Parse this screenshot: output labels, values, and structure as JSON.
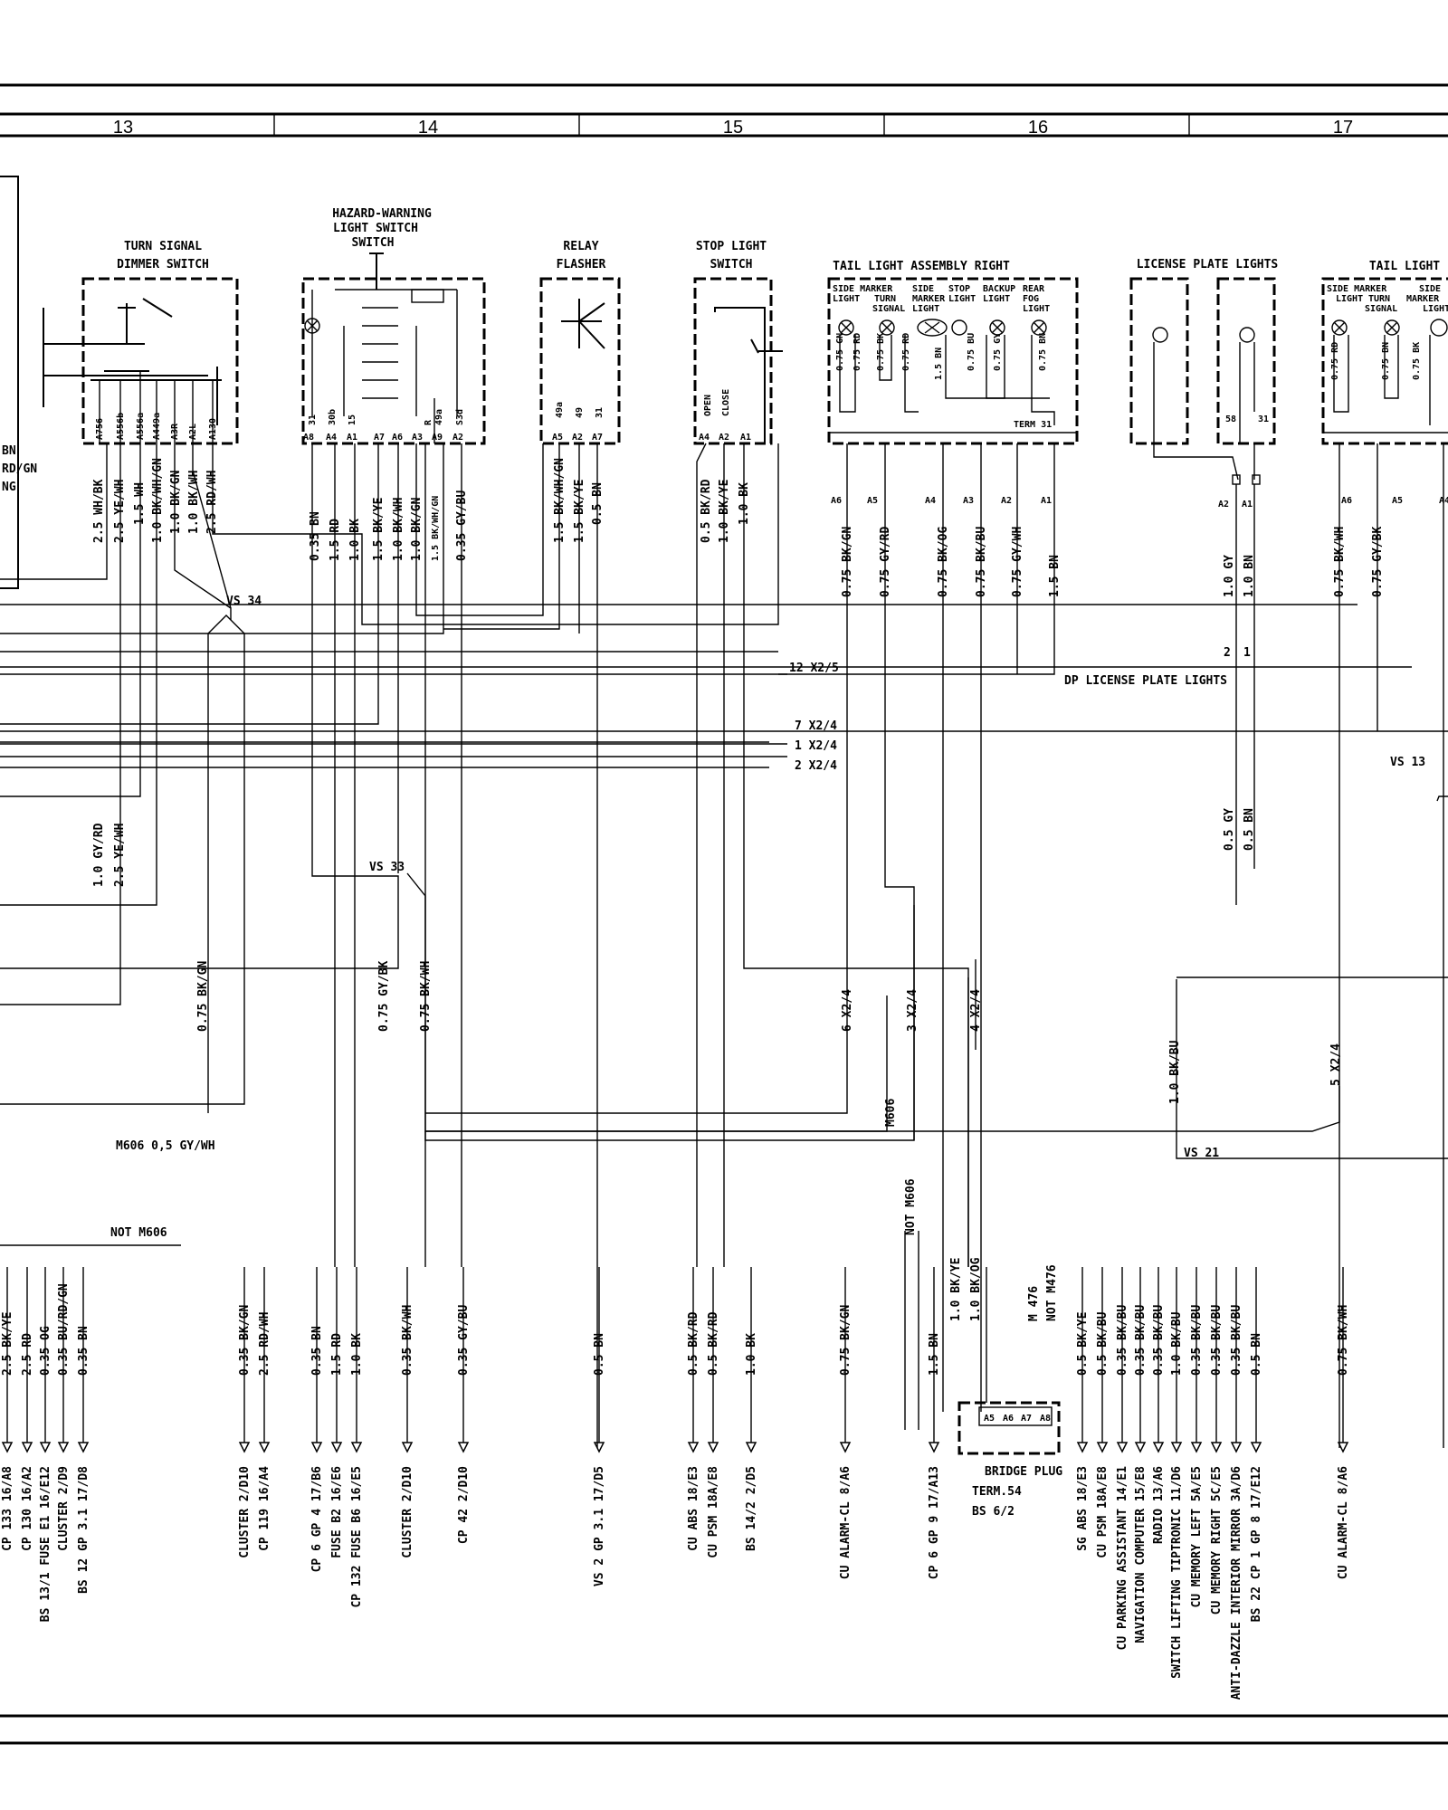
{
  "grid_columns": [
    "13",
    "14",
    "15",
    "16",
    "17"
  ],
  "components": {
    "turn_signal": [
      "TURN SIGNAL",
      "DIMMER SWITCH"
    ],
    "hazard": [
      "HAZARD-WARNING",
      "LIGHT SWITCH",
      "SWITCH"
    ],
    "relay": [
      "RELAY",
      "FLASHER"
    ],
    "stop_light": [
      "STOP LIGHT",
      "SWITCH"
    ],
    "tail_right": "TAIL LIGHT ASSEMBLY RIGHT",
    "tail_right_lamps": [
      "SIDE MARKER",
      "LIGHT",
      "TURN",
      "SIGNAL",
      "SIDE",
      "MARKER",
      "LIGHT",
      "STOP",
      "LIGHT",
      "BACKUP",
      "LIGHT",
      "REAR",
      "FOG",
      "LIGHT"
    ],
    "license": "LICENSE PLATE LIGHTS",
    "tail_left": "TAIL LIGHT",
    "tail_left_lamps": [
      "SIDE MARKER",
      "LIGHT",
      "TURN",
      "SIGNAL",
      "SIDE",
      "MARKER",
      "LIGHT"
    ],
    "bridge": [
      "BRIDGE PLUG",
      "TERM.54",
      "BS 6/2"
    ]
  },
  "pins": {
    "turn_signal": [
      "A756",
      "A556b",
      "A556a",
      "A449a",
      "A3R",
      "A2L",
      "A130"
    ],
    "hazard_top": [
      "31",
      "30b",
      "15",
      "",
      "",
      "",
      "R",
      "49a",
      "S3d"
    ],
    "hazard_bottom": [
      "A8",
      "A4",
      "A1",
      "A7",
      "A6",
      "A3",
      "A9",
      "A2"
    ],
    "relay_top": [
      "49a",
      "49",
      "31"
    ],
    "relay_bottom": [
      "A5",
      "A2",
      "A7"
    ],
    "stop_top": [
      "OPEN",
      "CLOSE"
    ],
    "stop_bottom": [
      "A4",
      "A2",
      "A1"
    ],
    "tail_right": [
      "A6",
      "A5",
      "A4",
      "A3",
      "A2",
      "A1"
    ],
    "tail_right_term": "TERM 31",
    "license_top": [
      "58",
      "31"
    ],
    "license_bottom": [
      "A2",
      "A1"
    ],
    "tail_left": [
      "A6",
      "A5",
      "A4"
    ],
    "bridge": [
      "A5",
      "A6",
      "A7",
      "A8"
    ]
  },
  "wires": {
    "left_edge": [
      "BN",
      "RD/GN",
      "NG"
    ],
    "turn_signal": [
      "2.5 WH/BK",
      "2.5 YE/WH",
      "1.5 WH",
      "1.0 BK/WH/GN",
      "1.0 BK/GN",
      "1.0 BK/WH",
      "2.5 RD/WH"
    ],
    "hazard": [
      "0.35 BN",
      "1.5 RD",
      "1.0 BK",
      "1.5 BK/YE",
      "1.0 BK/WH",
      "1.0 BK/GN",
      "1.5 BK/WH/GN",
      "0.35 GY/BU"
    ],
    "relay": [
      "1.5 BK/WH/GN",
      "1.5 BK/YE",
      "0.5 BN"
    ],
    "stop": [
      "0.5 BK/RD",
      "1.0 BK/YE",
      "1.0 BK"
    ],
    "tail_right": [
      "0.75 BK/GN",
      "0.75 GY/RD",
      "0.75 BK/OG",
      "0.75 BK/BU",
      "0.75 GY/WH",
      "1.5 BN"
    ],
    "tail_right_inner": [
      "0.75 GN",
      "0.75 RD",
      "0.75 BK",
      "0.75 RD",
      "1.5 BN",
      "0.75 BU",
      "0.75 GY",
      "0.75 BN"
    ],
    "license": [
      "1.0 GY",
      "1.0 BN"
    ],
    "license_lower": [
      "0.5 GY",
      "0.5 BN"
    ],
    "tail_left": [
      "0.75 BK/WH",
      "0.75 GY/BK"
    ],
    "tail_left_inner": [
      "0.75 RD",
      "0.75 BN",
      "0.75 BK"
    ],
    "mid": [
      "1.0 GY/RD",
      "2.5 YE/WH",
      "0.75 BK/GN",
      "0.75 GY/BK",
      "0.75 BK/WH",
      "1.0 BK/BU"
    ],
    "m606": "M606  0,5 GY/WH",
    "not_m606": "NOT M606",
    "m606_vertical": "M606",
    "not_m606_vertical": "NOT M606",
    "bridge_wires": [
      "1.0 BK/YE",
      "1.0 BK/OG",
      "M 476",
      "NOT M476"
    ]
  },
  "connectors": {
    "x_labels": [
      "12 X2/5",
      "7 X2/4",
      "1 X2/4",
      "2 X2/4"
    ],
    "x_vertical": [
      "6 X2/4",
      "3 X2/4",
      "4 X2/4",
      "5 X2/4"
    ],
    "license_dp": "DP LICENSE PLATE LIGHTS",
    "license_pins": [
      "2",
      "1"
    ],
    "splices": [
      "VS 34",
      "VS 33",
      "VS 13",
      "VS 21"
    ]
  },
  "bottom_wires": [
    "2.5 BK/YE",
    "2.5 RD",
    "0.35 OG",
    "0.35 BU/RD/GN",
    "0.35 BN",
    "0.35 BK/GN",
    "2.5 RD/WH",
    "0.35 BN",
    "1.5 RD",
    "1.0 BK",
    "0.35 BK/WH",
    "0.35 GY/BU",
    "0.5 BN",
    "0.5 BK/RD",
    "0.5 BK/RD",
    "1.0 BK",
    "0.75 BK/GN",
    "1.5 BN",
    "0.5 BK/YE",
    "0.5 BK/BU",
    "0.35 BK/BU",
    "0.35 BK/BU",
    "0.35 BK/BU",
    "1.0 BK/BU",
    "0.35 BK/BU",
    "0.35 BK/BU",
    "0.35 BK/BU",
    "0.5 BN",
    "0.75 BK/WH"
  ],
  "destinations": [
    [
      "CP 133  16/A8"
    ],
    [
      "CP 130  16/A2"
    ],
    [
      "BS 13/1 FUSE E1 16/E12"
    ],
    [
      "CLUSTER  2/D9"
    ],
    [
      "BS 12 GP 3.1  17/D8"
    ],
    [
      "CLUSTER 2/D10"
    ],
    [
      "CP 119 16/A4"
    ],
    [
      "CP 6 GP 4  17/B6"
    ],
    [
      "FUSE B2  16/E6"
    ],
    [
      "CP 132 FUSE B6  16/E5"
    ],
    [
      "CLUSTER  2/D10"
    ],
    [
      "CP 42  2/D10"
    ],
    [
      "VS 2 GP 3.1  17/D5"
    ],
    [
      "CU ABS  18/E3"
    ],
    [
      "CU PSM  18A/E8"
    ],
    [
      "BS 14/2  2/D5"
    ],
    [
      "CU ALARM-CL  8/A6"
    ],
    [
      "CP 6 GP 9  17/A13"
    ],
    [
      "SG ABS 18/E3"
    ],
    [
      "CU PSM  18A/E8"
    ],
    [
      "CU PARKING ASSISTANT  14/E1"
    ],
    [
      "NAVIGATION COMPUTER  15/E8"
    ],
    [
      "RADIO  13/A6"
    ],
    [
      "SWITCH LIFTING TIPTRONIC 11/D6"
    ],
    [
      "CU MEMORY LEFT  5A/E5"
    ],
    [
      "CU MEMORY RIGHT  5C/E5"
    ],
    [
      "ANTI-DAZZLE INTERIOR MIRROR 3A/D6"
    ],
    [
      "BS 22 CP 1 GP 8  17/E12"
    ],
    [
      "CU ALARM-CL  8/A6"
    ]
  ]
}
